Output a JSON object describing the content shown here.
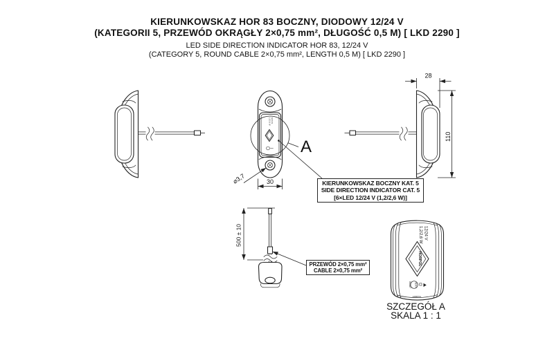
{
  "colors": {
    "line": "#222222",
    "background": "#ffffff"
  },
  "title": {
    "line1": "KIERUNKOWSKAZ HOR 83 BOCZNY, DIODOWY 12/24 V",
    "line2": "(KATEGORII 5, PRZEWÓD OKRĄGŁY 2×0,75 mm², DŁUGOŚĆ 0,5 M) [ LKD 2290 ]",
    "line3": "LED SIDE DIRECTION INDICATOR HOR 83, 12/24 V",
    "line4": "(CATEGORY 5, ROUND CABLE 2×0,75 mm², LENGTH 0,5 M)  [ LKD 2290 ]"
  },
  "dimensions": {
    "body_depth": "28",
    "body_height": "110",
    "body_width": "30",
    "screw_hole_diameter": "⌀3,7",
    "cable_length": "500 ± 10"
  },
  "detail_marker": "A",
  "callout_indicator": {
    "line1": "KIERUNKOWSKAZ BOCZNY KAT. 5",
    "line2": "SIDE DIRECTION INDICATOR CAT. 5",
    "line3": "[6×LED 12/24 V (1,2/2,6 W)]"
  },
  "callout_cable": {
    "line1": "PRZEWÓD 2×0,75 mm²",
    "line2": "CABLE 2×0,75 mm²"
  },
  "detail_view": {
    "caption": "SZCZEGÓŁ A",
    "scale": "SKALA 1 : 1",
    "marking_voltage": "12/24 V",
    "marking_power": "1,2/2,6 W",
    "marking_brand": "HORPOL",
    "marking_approval": "E20",
    "marking_number": "05587"
  }
}
